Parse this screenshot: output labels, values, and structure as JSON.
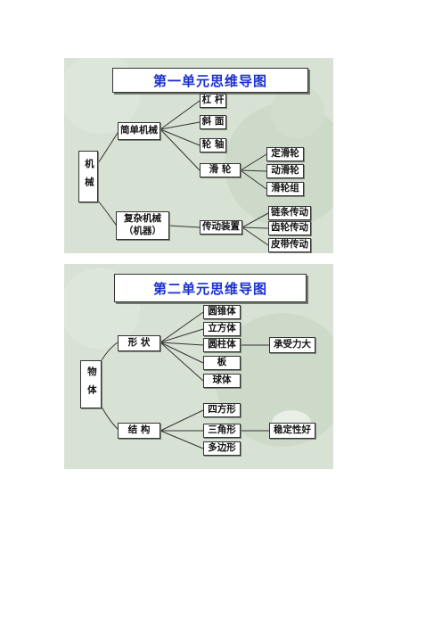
{
  "map1": {
    "title": "第一单元思维导图",
    "root": "机械",
    "simple_machines": "简单机械",
    "lever": "杠 杆",
    "incline": "斜 面",
    "wheel_axle": "轮 轴",
    "pulley": "滑 轮",
    "fixed_pulley": "定滑轮",
    "movable_pulley": "动滑轮",
    "pulley_block": "滑轮组",
    "complex_machine_line1": "复杂机械",
    "complex_machine_line2": "（机器）",
    "transmission": "传动装置",
    "chain_drive": "链条传动",
    "gear_drive": "齿轮传动",
    "belt_drive": "皮带传动"
  },
  "map2": {
    "title": "第二单元思维导图",
    "root": "物体",
    "shape": "形 状",
    "cone": "圆锥体",
    "cube": "立方体",
    "cylinder": "圆柱体",
    "plate": "板",
    "sphere": "球体",
    "bearing_strong": "承受力大",
    "structure": "结 构",
    "square": "四方形",
    "triangle": "三角形",
    "polygon": "多边形",
    "stable": "稳定性好"
  }
}
